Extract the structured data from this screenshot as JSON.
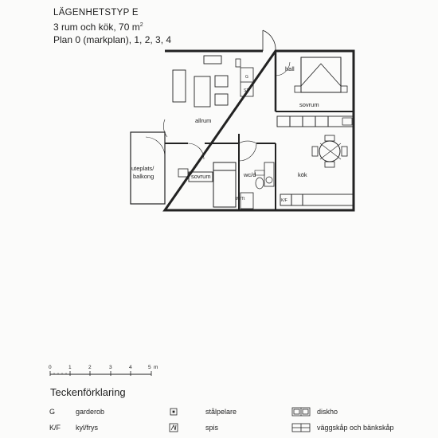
{
  "header": {
    "title": "LÄGENHETSTYP E",
    "size_prefix": "3 rum och kök, 70 m",
    "size_sup": "2",
    "plan": "Plan 0 (markplan), 1, 2, 3, 4"
  },
  "rooms": {
    "hall": "hall",
    "sovrum_top": "sovrum",
    "allrum": "allrum",
    "uteplats_line1": "uteplats/",
    "uteplats_line2": "balkong",
    "sovrum_bottom": "sovrum",
    "wc": "wc/d",
    "kok": "kök",
    "wardrobe_g": "G",
    "wardrobe_st": "ST",
    "washer": "tM/Tt",
    "kf": "K/F"
  },
  "scale": {
    "ticks": [
      "0",
      "1",
      "2",
      "3",
      "4",
      "5"
    ],
    "unit": "m"
  },
  "legend": {
    "title": "Teckenförklaring",
    "items": [
      {
        "symbol": "G",
        "label": "garderob"
      },
      {
        "symbol": "K/F",
        "label": "kyl/frys"
      },
      {
        "symbol": "stalpelare-icon",
        "label": "stålpelare"
      },
      {
        "symbol": "spis-icon",
        "label": "spis"
      },
      {
        "symbol": "diskho-icon",
        "label": "diskho"
      },
      {
        "symbol": "vaggskap-icon",
        "label": "väggskåp och bänkskåp"
      }
    ]
  }
}
